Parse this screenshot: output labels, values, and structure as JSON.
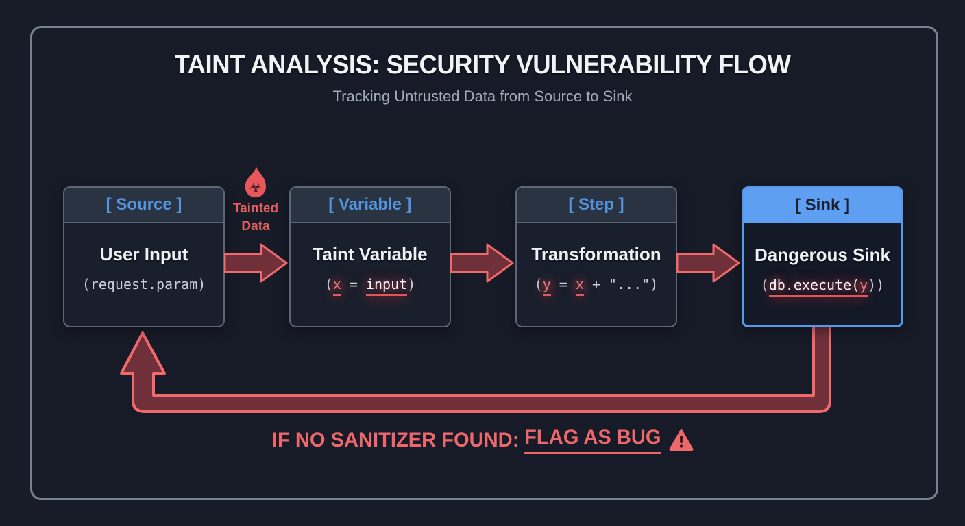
{
  "header": {
    "title": "TAINT ANALYSIS: SECURITY VULNERABILITY FLOW",
    "subtitle": "Tracking Untrusted Data from Source to Sink"
  },
  "taint_label": {
    "icon": "flame-biohazard-icon",
    "line1": "Tainted",
    "line2": "Data"
  },
  "nodes": [
    {
      "id": "source",
      "variant": "default",
      "header": "[ Source ]",
      "title": "User Input",
      "code": [
        {
          "t": "(request.param)",
          "style": "plain"
        }
      ]
    },
    {
      "id": "variable",
      "variant": "default",
      "header": "[ Variable ]",
      "title": "Taint Variable",
      "code": [
        {
          "t": "(",
          "style": "plain"
        },
        {
          "t": "x",
          "style": "var"
        },
        {
          "t": " = ",
          "style": "plain"
        },
        {
          "t": "input",
          "style": "hl"
        },
        {
          "t": ")",
          "style": "plain"
        }
      ]
    },
    {
      "id": "step",
      "variant": "default",
      "header": "[ Step ]",
      "title": "Transformation",
      "code": [
        {
          "t": "(",
          "style": "plain"
        },
        {
          "t": "y",
          "style": "var"
        },
        {
          "t": " = ",
          "style": "plain"
        },
        {
          "t": "x",
          "style": "var"
        },
        {
          "t": " + \"...\"",
          "style": "plain"
        },
        {
          "t": ")",
          "style": "plain"
        }
      ]
    },
    {
      "id": "sink",
      "variant": "sink",
      "header": "[ Sink ]",
      "title": "Dangerous Sink",
      "code": [
        {
          "t": "(",
          "style": "plain"
        },
        {
          "t": "db.execute(",
          "style": "hl"
        },
        {
          "t": "y",
          "style": "var"
        },
        {
          "t": "))",
          "style": "plain"
        }
      ]
    }
  ],
  "footer": {
    "prefix": "IF NO SANITIZER FOUND:",
    "highlight": "FLAG AS BUG",
    "icon": "warning-icon"
  },
  "colors": {
    "background": "#181c28",
    "frame_border": "#78828f",
    "accent_blue": "#5294e0",
    "sink_header_bg": "#5f9ff2",
    "arrow_outline": "#f2696c",
    "arrow_fill": "#6f3039",
    "taint_red": "#e85f62",
    "footer_red": "#ee686b"
  }
}
